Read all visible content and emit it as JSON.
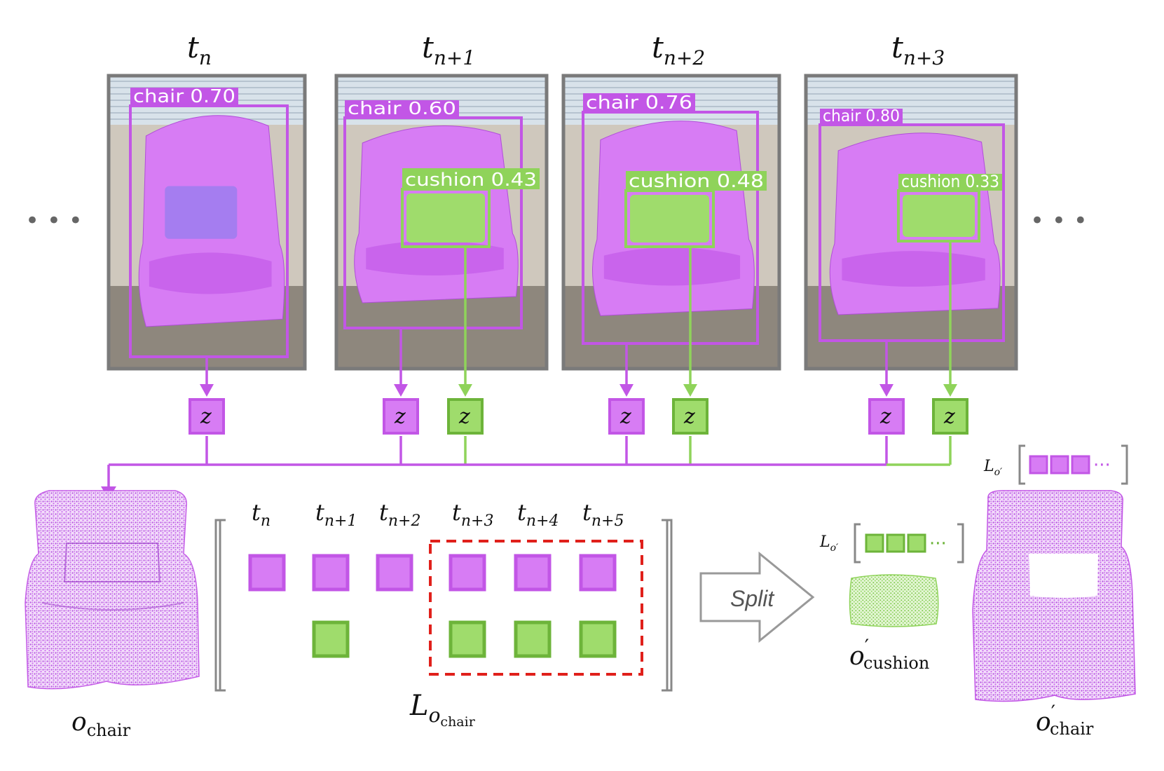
{
  "colors": {
    "chair": "#c256e6",
    "chair_fill": "#d77cf4",
    "cushion": "#6db43a",
    "cushion_fill": "#9fdc6c",
    "cushion_line": "#8fd35a",
    "frame_gray": "#7a7a7a",
    "window_red": "#e0201b"
  },
  "frames": [
    {
      "time": "t",
      "sub": "n",
      "detections": [
        {
          "label": "chair 0.70",
          "class": "chair",
          "score": 0.7
        }
      ]
    },
    {
      "time": "t",
      "sub": "n+1",
      "detections": [
        {
          "label": "chair 0.60",
          "class": "chair",
          "score": 0.6
        },
        {
          "label": "cushion 0.43",
          "class": "cushion",
          "score": 0.43
        }
      ]
    },
    {
      "time": "t",
      "sub": "n+2",
      "detections": [
        {
          "label": "chair 0.76",
          "class": "chair",
          "score": 0.76
        },
        {
          "label": "cushion 0.48",
          "class": "cushion",
          "score": 0.48
        }
      ]
    },
    {
      "time": "t",
      "sub": "n+3",
      "detections": [
        {
          "label": "chair 0.80",
          "class": "chair",
          "score": 0.8
        },
        {
          "label": "cushion 0.33",
          "class": "cushion",
          "score": 0.33
        }
      ]
    }
  ],
  "ellipsis": "• • •",
  "z_label": "z",
  "matrix": {
    "columns": [
      "n",
      "n+1",
      "n+2",
      "n+3",
      "n+4",
      "n+5"
    ],
    "time_symbol": "t",
    "chair_row": [
      true,
      true,
      true,
      true,
      true,
      true
    ],
    "cushion_row": [
      false,
      true,
      false,
      true,
      true,
      true
    ],
    "label_main": "L",
    "label_sub": "o",
    "label_subsub": "chair"
  },
  "split_label": "Split",
  "objects": {
    "o_chair": {
      "main": "o",
      "sub": "chair"
    },
    "o_cushion": {
      "main": "o",
      "prime": "′",
      "sub": "cushion"
    },
    "o_chair_prime": {
      "main": "o",
      "prime": "′",
      "sub": "chair"
    }
  },
  "memory_label": {
    "main": "L",
    "sub": "o′"
  },
  "more_dots": "···"
}
